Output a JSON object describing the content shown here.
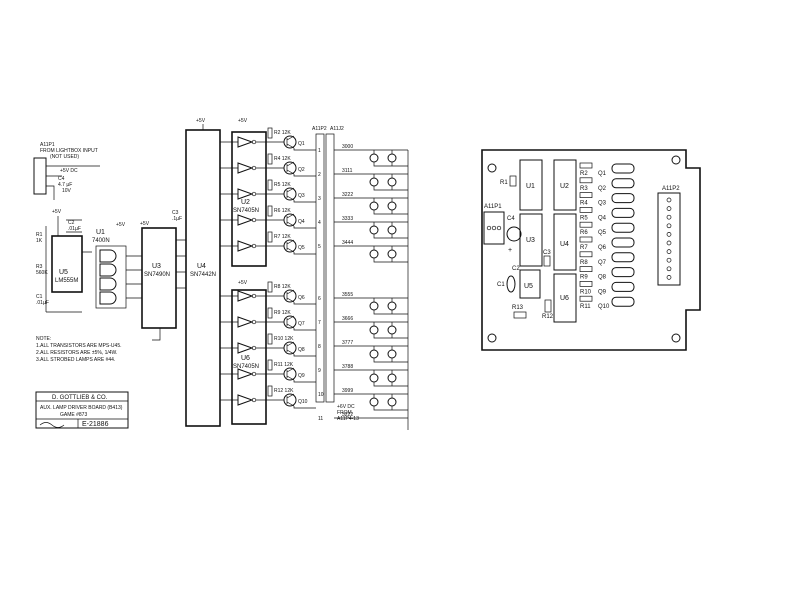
{
  "schematic": {
    "lightbox": {
      "ref": "A11P1",
      "from": "FROM LIGHTBOX INPUT",
      "note": "(NOT USED)",
      "vcc": "+5V DC",
      "cap": "C4",
      "cap_val": "4.7 µF",
      "cap_v": "10V"
    },
    "u5": {
      "name": "U5",
      "part": "LM555M",
      "r1": "R1",
      "r1v": "1K",
      "r3": "R3",
      "r3v": "560K",
      "c1": "C1",
      "c1v": ".01µF",
      "c2": "C2",
      "c2v": ".01µF",
      "vcc": "+5V"
    },
    "u1": {
      "name": "U1",
      "part": "7400N",
      "vcc": "+5V"
    },
    "u3": {
      "name": "U3",
      "part": "SN7490N",
      "vcc": "+5V",
      "c3": "C3",
      "c3v": ".1µF"
    },
    "u4": {
      "name": "U4",
      "part": "SN7442N",
      "vcc": "+5V"
    },
    "u2": {
      "name": "U2",
      "part": "SN7405N",
      "vcc": "+5V"
    },
    "u6": {
      "name": "U6",
      "part": "SN7405N",
      "vcc": "+5V"
    },
    "connector_labels": [
      "A11P2",
      "A11J2"
    ],
    "transistors": [
      "Q1",
      "Q2",
      "Q3",
      "Q4",
      "Q5",
      "Q6",
      "Q7",
      "Q8",
      "Q9",
      "Q10"
    ],
    "resistor_vals": [
      "R2 12K",
      "R4 12K",
      "R5 12K",
      "R6 12K",
      "R7 12K",
      "R8 12K",
      "R9 12K",
      "R10 12K",
      "R11 12K",
      "R12 12K"
    ],
    "pins": [
      "1",
      "2",
      "3",
      "4",
      "5",
      "6",
      "7",
      "8",
      "9",
      "10",
      "11"
    ],
    "wire_codes": [
      "3000",
      "3111",
      "3222",
      "3333",
      "3444",
      "3555",
      "3666",
      "3777",
      "3788",
      "3999",
      "3222"
    ],
    "power_note": [
      "+6V DC",
      "FROM",
      "A11P4-13"
    ],
    "notes": [
      "NOTE:",
      "1.ALL TRANSISTORS ARE MPS-U45.",
      "2.ALL RESISTORS ARE ±5%, 1/4W.",
      "3.ALL STROBED LAMPS ARE #44."
    ],
    "title_block": {
      "company": "D. GOTTLIEB & CO.",
      "title": "AUX. LAMP DRIVER BOARD (B413)",
      "game": "GAME #873",
      "dwg": "E-21886"
    }
  },
  "pcb": {
    "connectors": [
      "A11P1",
      "A11P2"
    ],
    "ics": [
      "U1",
      "U2",
      "U3",
      "U4",
      "U5",
      "U6"
    ],
    "resistors": [
      "R1",
      "R2",
      "R3",
      "R4",
      "R5",
      "R6",
      "R7",
      "R8",
      "R9",
      "R10",
      "R11",
      "R12",
      "R13"
    ],
    "transistors": [
      "Q1",
      "Q2",
      "Q3",
      "Q4",
      "Q5",
      "Q6",
      "Q7",
      "Q8",
      "Q9",
      "Q10"
    ],
    "caps": [
      "C1",
      "C2",
      "C3",
      "C4"
    ],
    "plus": "+"
  }
}
